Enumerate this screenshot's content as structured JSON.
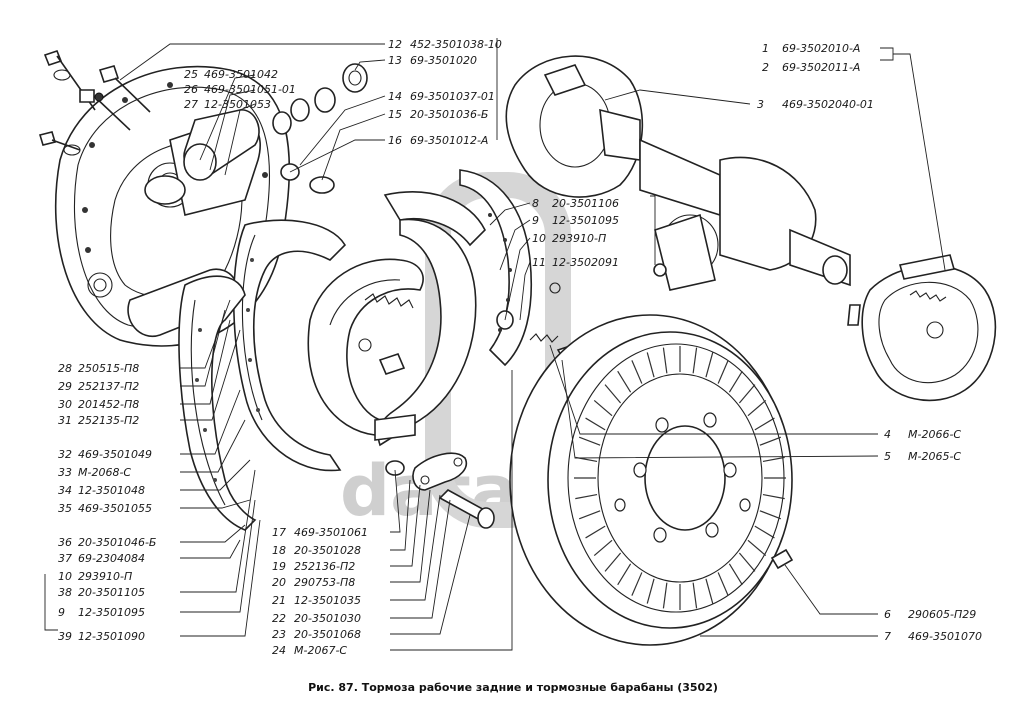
{
  "caption": "Рис. 87. Тормоза рабочие задние и тормозные барабаны (3502)",
  "watermark": "data-parts",
  "labels_right": [
    {
      "num": "1",
      "part": "69-3502010-А"
    },
    {
      "num": "2",
      "part": "69-3502011-А"
    },
    {
      "num": "3",
      "part": "469-3502040-01"
    },
    {
      "num": "4",
      "part": "М-2066-С"
    },
    {
      "num": "5",
      "part": "М-2065-С"
    },
    {
      "num": "6",
      "part": "290605-П29"
    },
    {
      "num": "7",
      "part": "469-3501070"
    }
  ],
  "labels_top": [
    {
      "num": "12",
      "part": "452-3501038-10"
    },
    {
      "num": "13",
      "part": "69-3501020"
    },
    {
      "num": "14",
      "part": "69-3501037-01"
    },
    {
      "num": "15",
      "part": "20-3501036-Б"
    },
    {
      "num": "16",
      "part": "69-3501012-А"
    }
  ],
  "labels_inner": [
    {
      "num": "25",
      "part": "469-3501042"
    },
    {
      "num": "26",
      "part": "469-3501051-01"
    },
    {
      "num": "27",
      "part": "12-3501053"
    }
  ],
  "labels_mid": [
    {
      "num": "8",
      "part": "20-3501106"
    },
    {
      "num": "9",
      "part": "12-3501095"
    },
    {
      "num": "10",
      "part": "293910-П"
    },
    {
      "num": "11",
      "part": "12-3502091"
    }
  ],
  "labels_left": [
    {
      "num": "28",
      "part": "250515-П8"
    },
    {
      "num": "29",
      "part": "252137-П2"
    },
    {
      "num": "30",
      "part": "201452-П8"
    },
    {
      "num": "31",
      "part": "252135-П2"
    },
    {
      "num": "32",
      "part": "469-3501049"
    },
    {
      "num": "33",
      "part": "М-2068-С"
    },
    {
      "num": "34",
      "part": "12-3501048"
    },
    {
      "num": "35",
      "part": "469-3501055"
    },
    {
      "num": "36",
      "part": "20-3501046-Б"
    },
    {
      "num": "37",
      "part": "69-2304084"
    },
    {
      "num": "10",
      "part": "293910-П"
    },
    {
      "num": "38",
      "part": "20-3501105"
    },
    {
      "num": "9",
      "part": "12-3501095"
    },
    {
      "num": "39",
      "part": "12-3501090"
    }
  ],
  "labels_bottom": [
    {
      "num": "17",
      "part": "469-3501061"
    },
    {
      "num": "18",
      "part": "20-3501028"
    },
    {
      "num": "19",
      "part": "252136-П2"
    },
    {
      "num": "20",
      "part": "290753-П8"
    },
    {
      "num": "21",
      "part": "12-3501035"
    },
    {
      "num": "22",
      "part": "20-3501030"
    },
    {
      "num": "23",
      "part": "20-3501068"
    },
    {
      "num": "24",
      "part": "М-2067-С"
    }
  ]
}
